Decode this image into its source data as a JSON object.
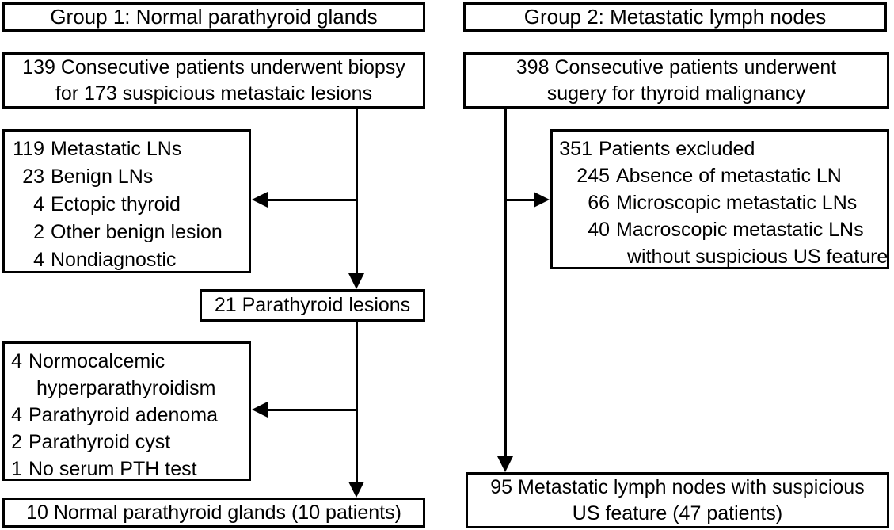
{
  "diagram": {
    "colors": {
      "line": "#000000",
      "background": "#ffffff",
      "text": "#000000"
    },
    "group1": {
      "header": "Group 1: Normal parathyroid glands",
      "biopsy_box": {
        "line1": "139 Consecutive patients underwent biopsy",
        "line2": "for 173 suspicious metastaic lesions"
      },
      "exclusion_box": {
        "items": [
          {
            "num": "119",
            "label": "Metastatic LNs"
          },
          {
            "num": "23",
            "label": "Benign LNs"
          },
          {
            "num": "4",
            "label": "Ectopic thyroid"
          },
          {
            "num": "2",
            "label": "Other benign lesion"
          },
          {
            "num": "4",
            "label": "Nondiagnostic"
          }
        ]
      },
      "lesions_box": "21 Parathyroid lesions",
      "exclusion2_box": {
        "items": [
          {
            "num": "4",
            "label": "Normocalcemic"
          },
          {
            "num": "",
            "label": "hyperparathyroidism"
          },
          {
            "num": "4",
            "label": "Parathyroid adenoma"
          },
          {
            "num": "2",
            "label": "Parathyroid cyst"
          },
          {
            "num": "1",
            "label": "No serum PTH test"
          }
        ]
      },
      "result_box": "10 Normal parathyroid glands (10 patients)"
    },
    "group2": {
      "header": "Group 2: Metastatic lymph nodes",
      "surgery_box": {
        "line1": "398 Consecutive patients underwent",
        "line2": "sugery for thyroid malignancy"
      },
      "exclusion_box": {
        "items": [
          {
            "num": "351",
            "label": "Patients excluded"
          },
          {
            "num": "245",
            "label": "Absence of metastatic LN"
          },
          {
            "num": "66",
            "label": "Microscopic metastatic LNs"
          },
          {
            "num": "40",
            "label": "Macroscopic metastatic LNs"
          },
          {
            "num": "",
            "label": "without suspicious US feature"
          }
        ]
      },
      "result_box": {
        "line1": "95 Metastatic lymph nodes with suspicious",
        "line2": "US feature (47 patients)"
      }
    }
  }
}
